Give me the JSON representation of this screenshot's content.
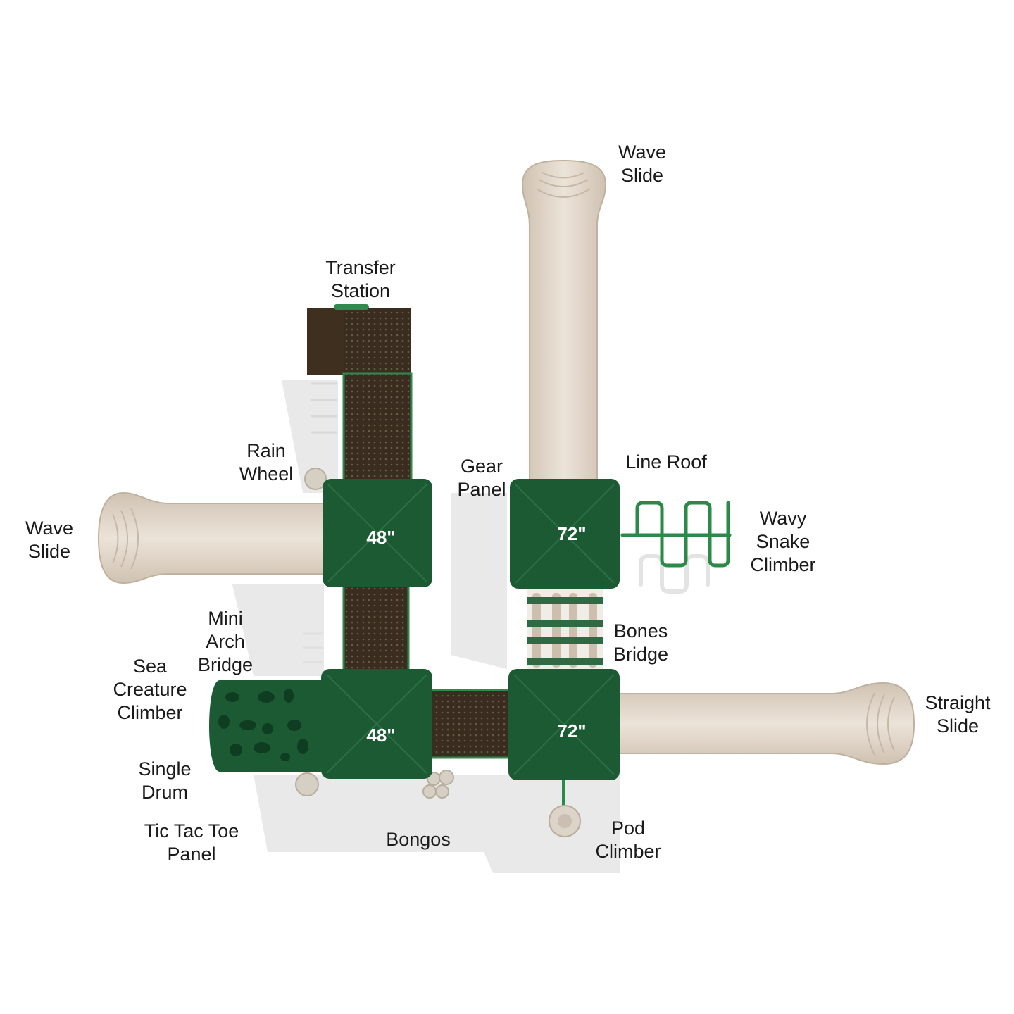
{
  "colors": {
    "roof_green": "#1c5a34",
    "roof_green_dark": "#0f3d22",
    "slide_tan": "#e2d7c9",
    "deck_brown": "#3a2d20",
    "rail_green": "#2f8a4e"
  },
  "labels": {
    "wave_slide_top": [
      "Wave",
      "Slide"
    ],
    "transfer_station": [
      "Transfer",
      "Station"
    ],
    "rain_wheel": [
      "Rain",
      "Wheel"
    ],
    "gear_panel": [
      "Gear",
      "Panel"
    ],
    "line_roof": [
      "Line Roof"
    ],
    "wave_slide_left": [
      "Wave",
      "Slide"
    ],
    "wavy_snake_climber": [
      "Wavy",
      "Snake",
      "Climber"
    ],
    "mini_arch_bridge": [
      "Mini",
      "Arch",
      "Bridge"
    ],
    "bones_bridge": [
      "Bones",
      "Bridge"
    ],
    "sea_creature_climber": [
      "Sea",
      "Creature",
      "Climber"
    ],
    "straight_slide": [
      "Straight",
      "Slide"
    ],
    "single_drum": [
      "Single",
      "Drum"
    ],
    "tic_tac_toe_panel": [
      "Tic Tac Toe",
      "Panel"
    ],
    "bongos": [
      "Bongos"
    ],
    "pod_climber": [
      "Pod",
      "Climber"
    ]
  },
  "roofs": {
    "top_left": "48\"",
    "top_right": "72\"",
    "bottom_left": "48\"",
    "bottom_right": "72\""
  }
}
